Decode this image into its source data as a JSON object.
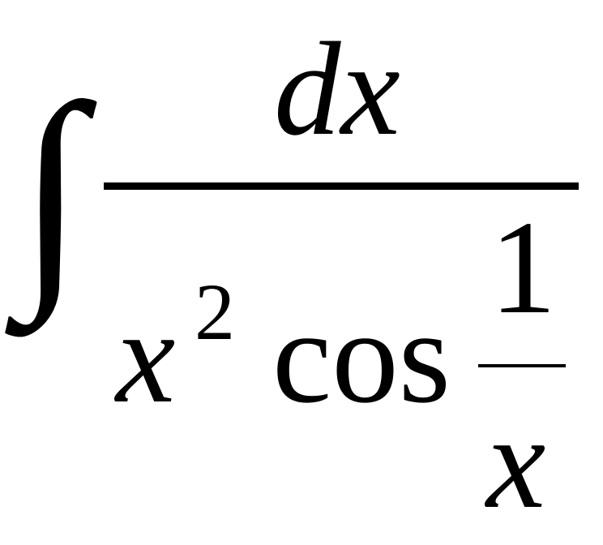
{
  "formula": {
    "integral_sign": "∫",
    "numerator": "dx",
    "denominator": {
      "base": "x",
      "exponent": "2",
      "function": "cos",
      "inner_fraction": {
        "numerator": "1",
        "denominator": "x"
      }
    }
  }
}
